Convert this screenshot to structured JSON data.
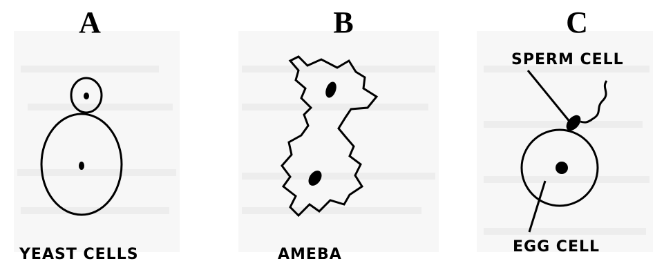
{
  "panels": [
    {
      "letter": "A",
      "label": "YEAST CELLS"
    },
    {
      "letter": "B",
      "label": "AMEBA"
    },
    {
      "letter": "C",
      "label": "EGG CELL",
      "callout": "SPERM CELL"
    }
  ],
  "colors": {
    "ink": "#000000",
    "background": "#ffffff",
    "faint_background_text": "#cfcfcf"
  }
}
